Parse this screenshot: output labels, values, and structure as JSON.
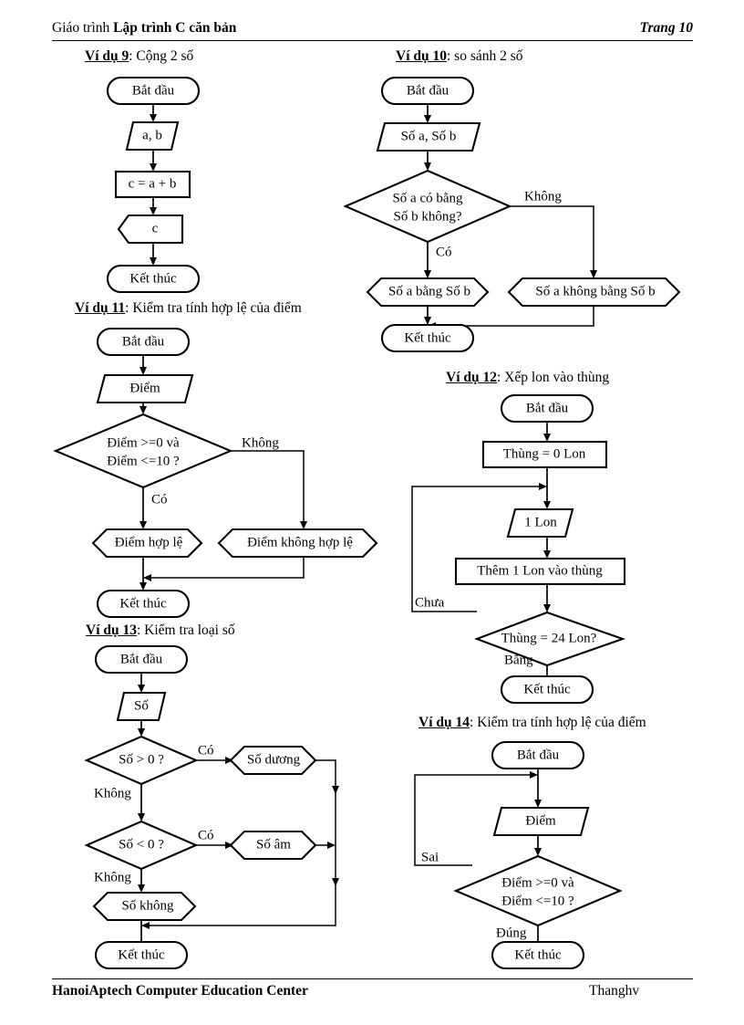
{
  "header": {
    "left_plain": "Giáo trình ",
    "left_bold": "Lập trình C căn bản",
    "right": "Trang 10"
  },
  "footer": {
    "left": "HanoiAptech Computer Education Center",
    "right": "Thanghv"
  },
  "common": {
    "start": "Bắt đầu",
    "end": "Kết thúc",
    "yes": "Có",
    "no": "Không"
  },
  "examples": [
    {
      "id": "vi-du-9",
      "label": "Ví dụ 9",
      "title": ": Cộng 2 số",
      "nodes": {
        "start": "Bắt đầu",
        "input": "a, b",
        "process": "c = a + b",
        "output": "c",
        "end": "Kết thúc"
      }
    },
    {
      "id": "vi-du-10",
      "label": "Ví dụ 10",
      "title": ": so sánh 2 số",
      "nodes": {
        "start": "Bắt đầu",
        "input": "Số a, Số b",
        "decision_line1": "Số a có bằng",
        "decision_line2": "Số b không?",
        "branch_yes": "Có",
        "branch_no": "Không",
        "output_yes": "Số a bằng Số b",
        "output_no": "Số a không bằng Số b",
        "end": "Kết thúc"
      }
    },
    {
      "id": "vi-du-11",
      "label": "Ví dụ 11",
      "title": ": Kiểm tra tính hợp lệ của điểm",
      "nodes": {
        "start": "Bắt đầu",
        "input": "Điểm",
        "decision_line1": "Điểm >=0 và",
        "decision_line2": "Điểm <=10 ?",
        "branch_yes": "Có",
        "branch_no": "Không",
        "output_yes": "Điểm hợp lệ",
        "output_no": "Điểm không hợp lệ",
        "end": "Kết thúc"
      }
    },
    {
      "id": "vi-du-12",
      "label": "Ví dụ 12",
      "title": ": Xếp lon vào thùng",
      "nodes": {
        "start": "Bắt đầu",
        "init": "Thùng = 0 Lon",
        "input": "1 Lon",
        "process": "Thêm 1 Lon vào thùng",
        "decision": "Thùng = 24 Lon?",
        "branch_loop": "Chưa",
        "branch_exit": "Bằng",
        "end": "Kết thúc"
      }
    },
    {
      "id": "vi-du-13",
      "label": "Ví dụ 13",
      "title": ": Kiểm tra loại số",
      "nodes": {
        "start": "Bắt đầu",
        "input": "Số",
        "decision1": "Số > 0 ?",
        "decision1_yes": "Có",
        "decision1_no": "Không",
        "output_pos": "Số dương",
        "decision2": "Số < 0 ?",
        "decision2_yes": "Có",
        "decision2_no": "Không",
        "output_neg": "Số âm",
        "output_zero": "Số không",
        "end": "Kết thúc"
      }
    },
    {
      "id": "vi-du-14",
      "label": "Ví dụ 14",
      "title": ": Kiểm tra tính hợp lệ của điểm",
      "nodes": {
        "start": "Bắt đầu",
        "input": "Điểm",
        "decision_line1": "Điểm >=0 và",
        "decision_line2": "Điểm <=10 ?",
        "branch_false": "Sai",
        "branch_true": "Đúng",
        "end": "Kết thúc"
      }
    }
  ]
}
